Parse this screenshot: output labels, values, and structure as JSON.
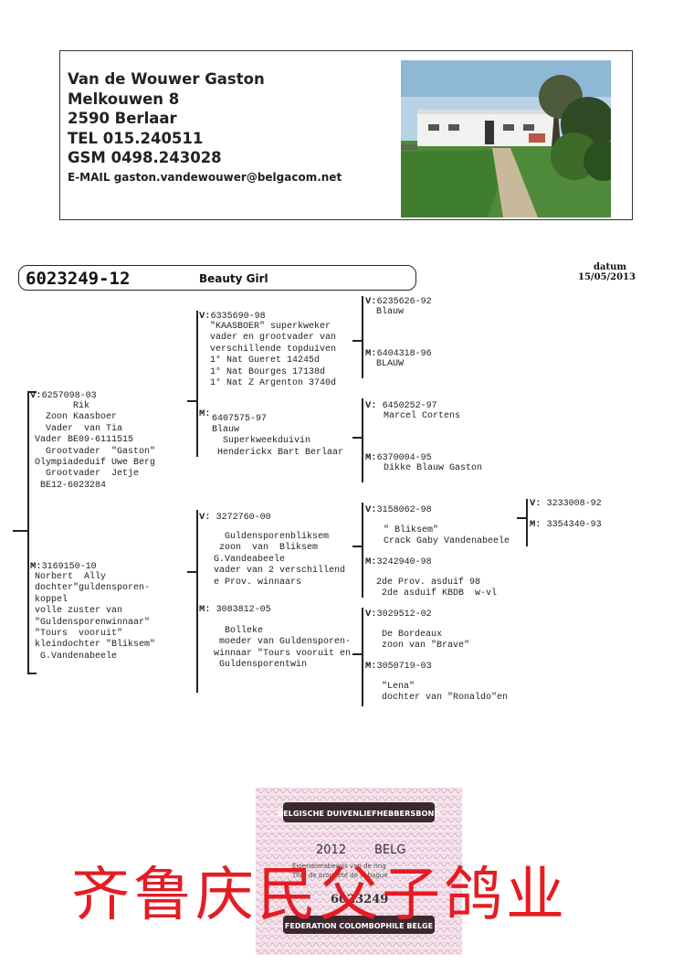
{
  "owner": {
    "name": "Van de Wouwer Gaston",
    "street": "Melkouwen 8",
    "city": "2590 Berlaar",
    "tel": "TEL  015.240511",
    "gsm": "GSM 0498.243028",
    "email": "E-MAIL gaston.vandewouwer@belgacom.net"
  },
  "pigeon": {
    "ring": "6023249-12",
    "name": "Beauty Girl"
  },
  "datum": {
    "label": "datum",
    "value": "15/05/2013"
  },
  "pedigree": {
    "v": {
      "tag": "V:",
      "ring": "6257098-03",
      "notes": "       Rik\n  Zoon Kaasboer\n  Vader  van Tia\nVader BE09-6111515\n  Grootvader  \"Gaston\"\nOlympiadeduif Uwe Berg\n  Grootvader  Jetje\n BE12-6023284"
    },
    "m": {
      "tag": "M:",
      "ring": "3169150-10",
      "notes": "Norbert  Ally\ndochter\"guldensporen-\nkoppel\nvolle zuster van\n\"Guldensporenwinnaar\"\n\"Tours  vooruit\"\nkleindochter \"Bliksem\"\n G.Vandenabeele"
    },
    "vv": {
      "tag": "V:",
      "ring": "6335690-98",
      "notes": "\"KAASBOER\" superkweker\nvader en grootvader van\nverschillende topduiven\n1° Nat Gueret 14245d\n1° Nat Bourges 17138d\n1° Nat Z Argenton 3740d"
    },
    "vm": {
      "tag": "M:",
      "ring": "6407575-97",
      "notes": "Blauw\n  Superkweekduivin\n Henderickx Bart Berlaar"
    },
    "mv": {
      "tag": "V:",
      "ring": "3272760-00",
      "notes": "  Guldensporenbliksem\n zoon  van  Bliksem\nG.Vandeabeele\nvader van 2 verschillend\ne Prov. winnaars"
    },
    "mm": {
      "tag": "M:",
      "ring": "3083812-05",
      "notes": "  Bolleke\n moeder van Guldensporen-\nwinnaar \"Tours vooruit en\n Guldensporentwin"
    },
    "vvv": {
      "tag": "V:",
      "ring": "6235626-92",
      "notes": "Blauw"
    },
    "vvm": {
      "tag": "M:",
      "ring": "6404318-96",
      "notes": "BLAUW"
    },
    "vmv": {
      "tag": "V:",
      "ring": "6450252-97",
      "notes": "Marcel Cortens"
    },
    "vmm": {
      "tag": "M:",
      "ring": "6370004-95",
      "notes": "Dikke Blauw Gaston"
    },
    "mvv": {
      "tag": "V:",
      "ring": "3158062-98",
      "notes": "\" Bliksem\"\nCrack Gaby Vandenabeele"
    },
    "mvm": {
      "tag": "M:",
      "ring": "3242940-98",
      "notes": "2de Prov. asduif 98\n 2de asduif KBDB  w-vl"
    },
    "mmv": {
      "tag": "V:",
      "ring": "3029512-02",
      "notes": "De Bordeaux\nzoon van \"Brave\""
    },
    "mmm": {
      "tag": "M:",
      "ring": "3050719-03",
      "notes": "\"Lena\"\ndochter van \"Ronaldo\"en"
    },
    "mvvv": {
      "tag": "V:",
      "ring": "3233008-92"
    },
    "mvvm": {
      "tag": "M:",
      "ring": "3354340-93"
    }
  },
  "ring_card": {
    "title": "BELGISCHE DUIVENLIEFHEBBERSBOND",
    "year": "2012",
    "country": "BELG",
    "line1": "Eigendomsbewijs van de ring",
    "line2": "Titre de propriété de la bague",
    "number": "6023249",
    "footer": "FEDERATION COLOMBOPHILE BELGE"
  },
  "watermark": "齐鲁庆民父子鸽业"
}
